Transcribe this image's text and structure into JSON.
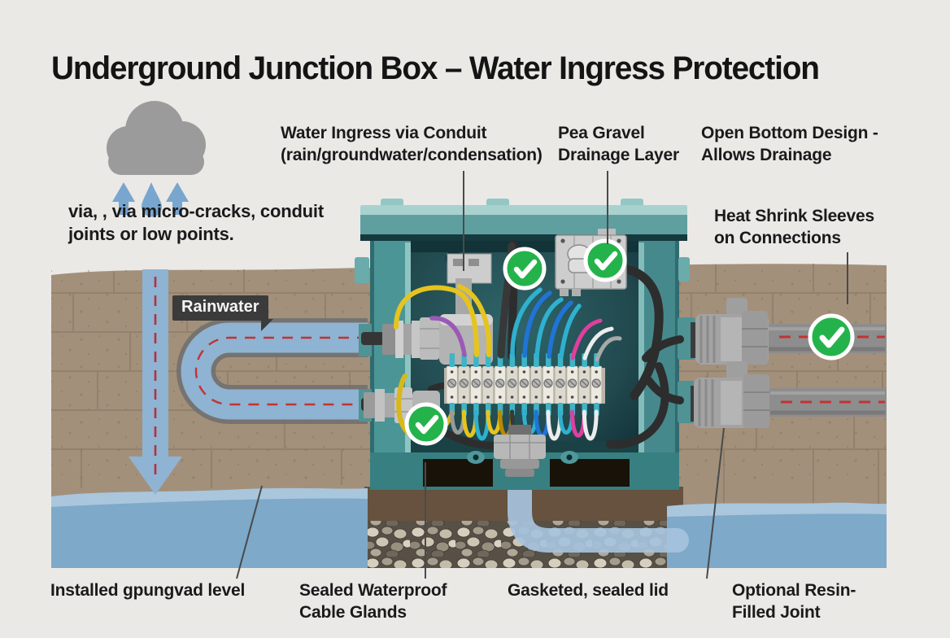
{
  "title": "Underground Junction Box – Water Ingress Protection",
  "callouts": {
    "ingress_note": "via, , via micro-cracks, conduit joints or low points.",
    "water_ingress": "Water Ingress via Conduit (rain/groundwater/condensation)",
    "pea_gravel": "Pea Gravel Drainage Layer",
    "open_bottom": "Open Bottom Design - Allows Drainage",
    "heat_shrink": "Heat Shrink Sleeves on Connections",
    "rainwater": "Rainwater",
    "ground_level": "Installed gpungvad level",
    "cable_glands": "Sealed Waterproof Cable Glands",
    "gasketed_lid": "Gasketed, sealed lid",
    "resin_joint": "Optional Resin-Filled Joint"
  },
  "icons": {
    "cloud": "cloud-icon",
    "raindrop": "raindrop-icon",
    "arrow_up": "arrow-up-icon",
    "checkmark": "checkmark-badge"
  },
  "illustration": {
    "check_badge_count": 4,
    "terminal_block_count": 13,
    "colors": {
      "background": "#eae9e6",
      "soil": "#a3907b",
      "mortar": "#8b7a66",
      "water": "#7ea9c9",
      "water_light": "#a9c6dc",
      "box_teal": "#4b9597",
      "box_teal_light": "#a9d2cf",
      "box_interior": "#1c4549",
      "check_green": "#24b34b",
      "dash_red": "#c23333",
      "pipe_gray": "#8d8d8d",
      "label_text": "#191919",
      "tag_bg": "#3b3b3b",
      "wire_colors": [
        "#9a9a9a",
        "#e6c41f",
        "#2fb0cf",
        "#e6c41f",
        "#b98a00",
        "#383838",
        "#2fb0cf",
        "#1f74d6",
        "#ececec",
        "#2fb0cf",
        "#df3f9e",
        "#ececec"
      ]
    }
  }
}
